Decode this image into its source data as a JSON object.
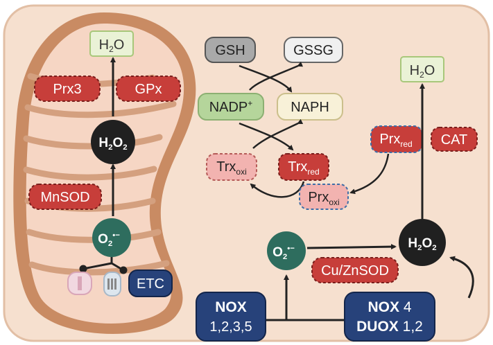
{
  "colors": {
    "cell_fill": "#f6e0cf",
    "cell_stroke": "#e2bfa5",
    "mito_outer": "#c98b63",
    "mito_inner": "#f6d6c4",
    "red_box": "#c73e3a",
    "pink_box": "#f2b3b0",
    "navy": "#27427a",
    "teal": "#2e6d5e",
    "dark": "#202020",
    "green_box": "#eaf2d6",
    "nadp_green": "#b5d59b",
    "naph_yellow": "#f8f1d8",
    "gsh_gray": "#a9a9a9",
    "gssg_light": "#f0f0f0"
  },
  "mito": {
    "h2o_top": {
      "main": "H",
      "sub": "2",
      "tail": "O"
    },
    "prx3": "Prx3",
    "gpx": "GPx",
    "h2o2": {
      "h": "H",
      "sub1": "2",
      "o": "O",
      "sub2": "2"
    },
    "mnsod": "MnSOD",
    "o2": {
      "o": "O",
      "sub": "2",
      "sup": "•−"
    },
    "etc": "ETC"
  },
  "cyto": {
    "gsh": "GSH",
    "gssg": "GSSG",
    "nadp": {
      "main": "NADP",
      "sup": "+"
    },
    "naph": "NAPH",
    "trx_oxi": {
      "main": "Trx",
      "sub": "oxi"
    },
    "trx_red": {
      "main": "Trx",
      "sub": "red"
    },
    "prx_oxi": {
      "main": "Prx",
      "sub": "oxi"
    },
    "prx_red": {
      "main": "Prx",
      "sub": "red"
    },
    "cat": "CAT",
    "h2o_right": {
      "main": "H",
      "sub": "2",
      "tail": "O"
    },
    "h2o2_right": {
      "h": "H",
      "sub1": "2",
      "o": "O",
      "sub2": "2"
    },
    "o2_right": {
      "o": "O",
      "sub": "2",
      "sup": "•−"
    },
    "cuznsod": "Cu/ZnSOD"
  },
  "membrane": {
    "nox_left": {
      "name": "NOX",
      "nums": "1,2,3,5"
    },
    "nox_right": {
      "name": "NOX",
      "num": "4"
    },
    "duox": {
      "name": "DUOX",
      "num": "1,2"
    }
  }
}
